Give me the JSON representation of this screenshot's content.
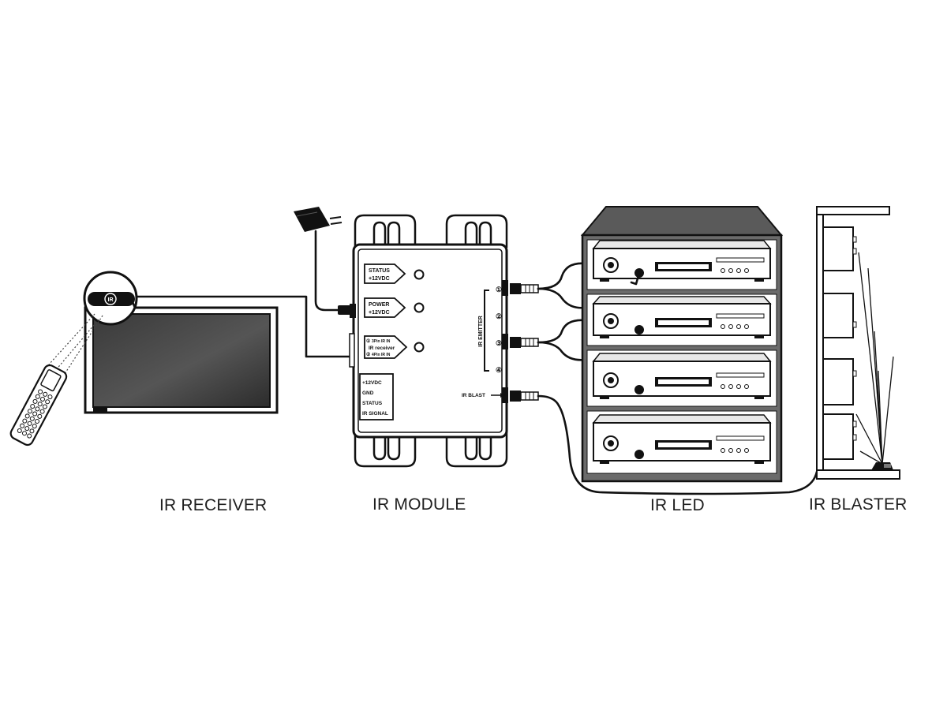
{
  "captions": {
    "receiver": "IR RECEIVER",
    "module": "IR MODULE",
    "led": "IR LED",
    "blaster": "IR BLASTER"
  },
  "receiver_badge": "IR",
  "module_panel": {
    "status": [
      "STATUS",
      "+12VDC"
    ],
    "power": [
      "POWER",
      "+12VDC"
    ],
    "input": [
      "3Pin IR IN",
      "IR receiver",
      "4Pin IR IN"
    ],
    "input_numbers": [
      "①",
      "②"
    ],
    "terminals": [
      "+12VDC",
      "GND",
      "STATUS",
      "IR SIGNAL"
    ],
    "emitter_label": "IR EMITTER",
    "emitter_ports": [
      "①",
      "②",
      "③",
      "④"
    ],
    "blast_label": "IR BLAST"
  }
}
